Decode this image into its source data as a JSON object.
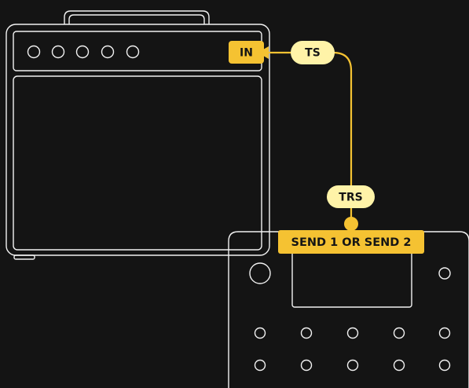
{
  "labels": {
    "amp_input": "IN",
    "cable_amp_end": "TS",
    "cable_unit_end": "TRS",
    "unit_output": "SEND 1 OR SEND 2"
  },
  "colors": {
    "background": "#141414",
    "line": "#f2f2f2",
    "accent": "#f5c232",
    "pill": "#fff3a8",
    "label_text": "#151515"
  },
  "amp": {
    "knob_count": 5
  },
  "pedal_unit": {
    "large_knob_count": 1,
    "small_knob_count": 1,
    "footswitch_rows": 2,
    "footswitches_per_row": 5
  }
}
